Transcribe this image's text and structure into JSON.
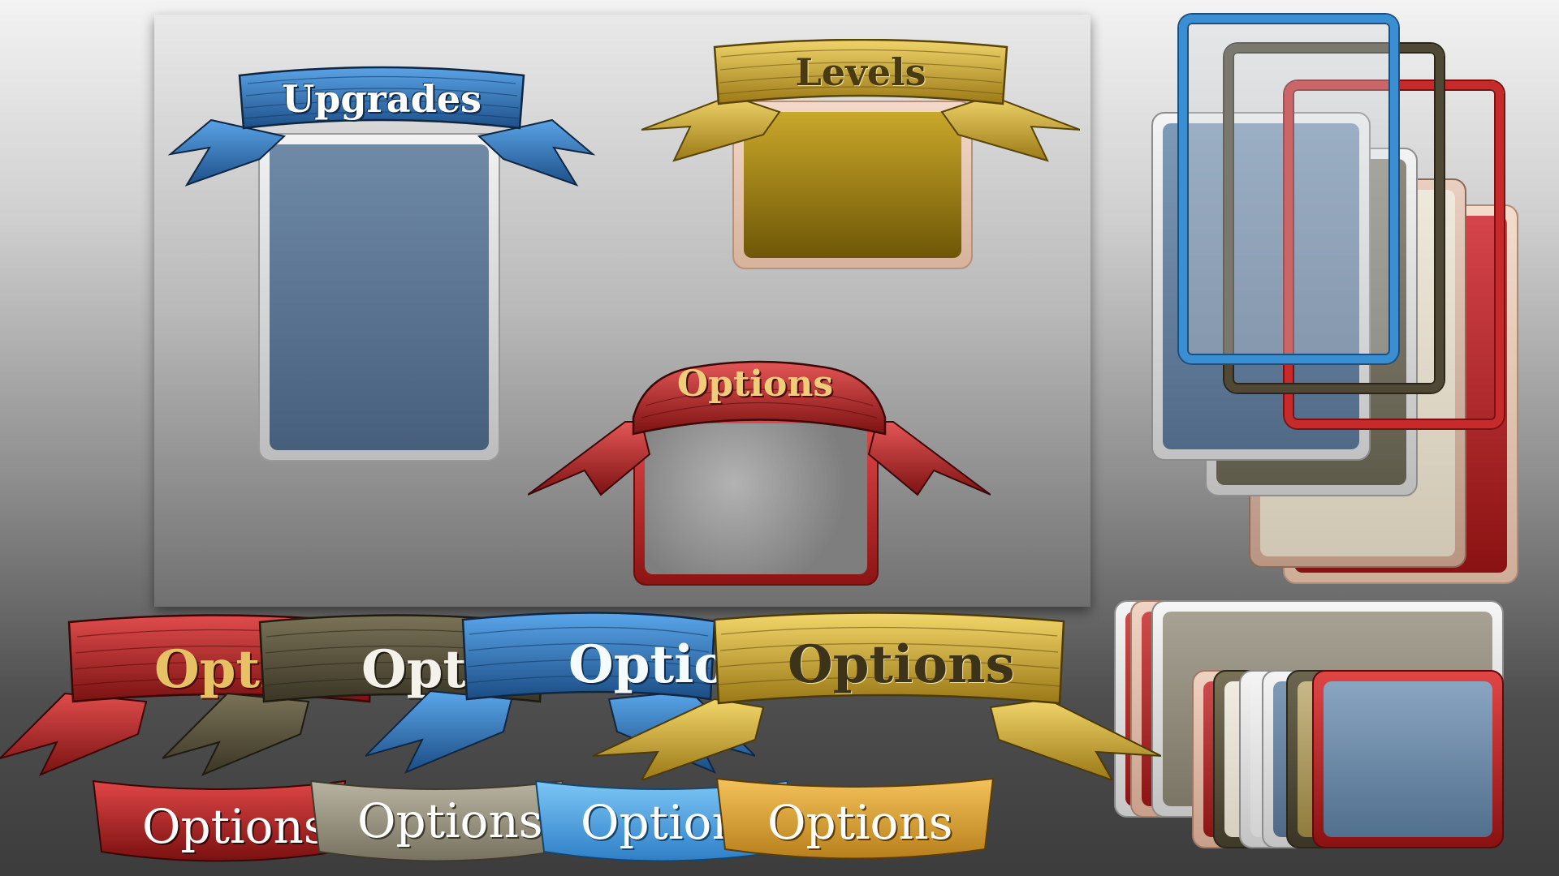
{
  "panels": {
    "upgrades": {
      "title": "Upgrades",
      "ribbon_color": "#2f78bf",
      "panel_fill": "#5a7692"
    },
    "levels": {
      "title": "Levels",
      "ribbon_color": "#c9a62e",
      "panel_fill": "#a48710"
    },
    "options": {
      "title": "Options",
      "ribbon_color": "#b52a2a",
      "panel_fill": "#8f8f8f"
    }
  },
  "ribbons_row": [
    {
      "title": "Options",
      "color": "#b82c2c",
      "text_color": "#e7c265"
    },
    {
      "title": "Options",
      "color": "#5c5640",
      "text_color": "#f4f2ea"
    },
    {
      "title": "Options",
      "color": "#2f7cc4",
      "text_color": "#f6fbff"
    },
    {
      "title": "Options",
      "color": "#c9a62e",
      "text_color": "#3c3319"
    }
  ],
  "banners_row": [
    {
      "title": "Options",
      "color": "#c42a2a"
    },
    {
      "title": "Options",
      "color": "#9c9784"
    },
    {
      "title": "Options",
      "color": "#59b0ef"
    },
    {
      "title": "Options",
      "color": "#e3a838"
    }
  ],
  "frame_colors": {
    "blue": "#3a8fd3",
    "olive": "#4e4834",
    "red": "#c62a2a",
    "silver": "#d6d6d6",
    "rose_gold": "#e7c8b5",
    "gold": "#a88c10"
  }
}
